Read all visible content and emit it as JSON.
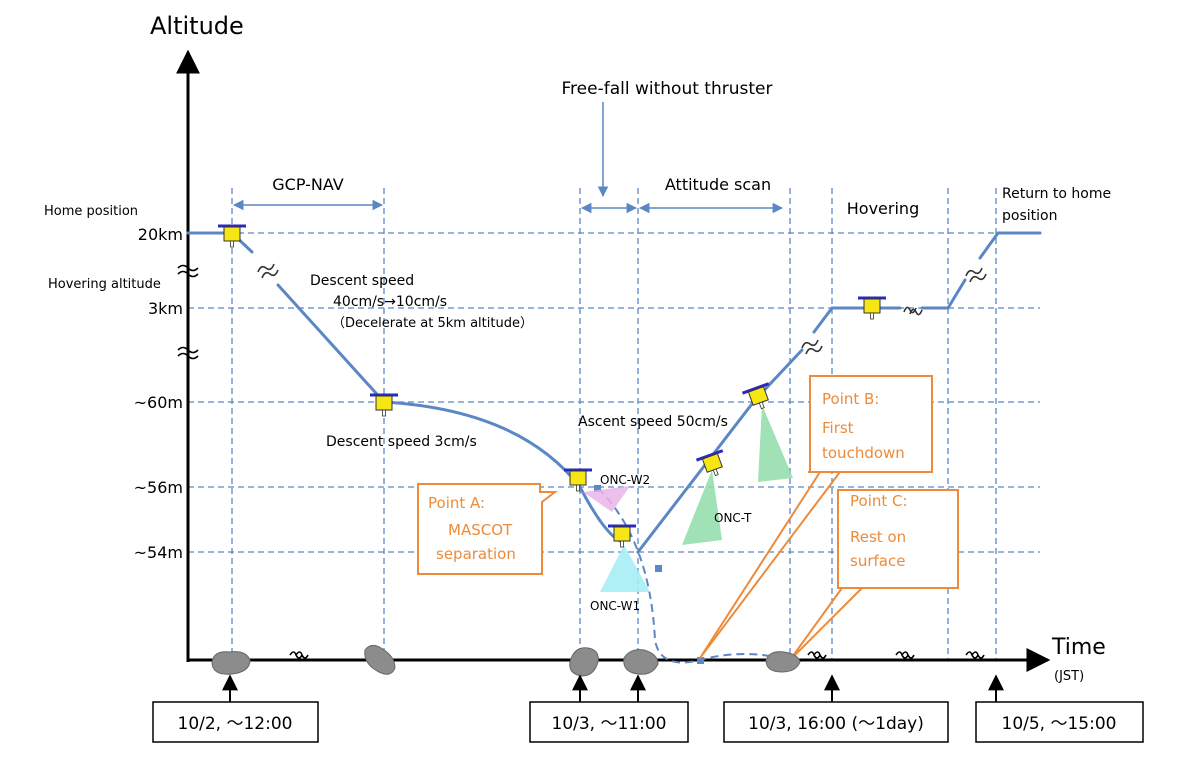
{
  "axes": {
    "y_label": "Altitude",
    "x_label": "Time",
    "x_unit": "(JST)"
  },
  "altitude_ticks": [
    "20km",
    "3km",
    "~60m",
    "~56m",
    "~54m"
  ],
  "altitude_notes": {
    "home": "Home position",
    "hover": "Hovering altitude"
  },
  "phases": {
    "gcp_nav": "GCP-NAV",
    "freefall": "Free-fall without thruster",
    "attitude_scan": "Attitude scan",
    "hovering": "Hovering",
    "return_line1": "Return to home",
    "return_line2": "position"
  },
  "annotations": {
    "descent1_line1": "Descent speed",
    "descent1_line2": "40cm/s→10cm/s",
    "descent1_line3": "（Decelerate at 5km altitude）",
    "descent2": "Descent speed 3cm/s",
    "ascent": "Ascent speed 50cm/s",
    "onc_w2": "ONC-W2",
    "onc_w1": "ONC-W1",
    "onc_t": "ONC-T"
  },
  "callouts": {
    "point_a_line1": "Point A:",
    "point_a_line2": "MASCOT",
    "point_a_line3": "separation",
    "point_b_line1": "Point B:",
    "point_b_line2": "First",
    "point_b_line3": "touchdown",
    "point_c_line1": "Point C:",
    "point_c_line2": "Rest on",
    "point_c_line3": "surface"
  },
  "time_boxes": [
    "10/2, ～12:00",
    "10/3, ～11:00",
    "10/3, 16:00 (～1day)",
    "10/5, ～15:00"
  ],
  "colors": {
    "line": "#5b87c5",
    "grid": "#5b87c5",
    "callout": "#ed8b3a",
    "spacecraft_body": "#f5e614",
    "solar_panel": "#2a2ac0",
    "asteroid": "#8c8c8c",
    "cone_cyan": "#a6eef5",
    "cone_green": "#8fdca8",
    "cone_pink": "#eab4ea"
  }
}
